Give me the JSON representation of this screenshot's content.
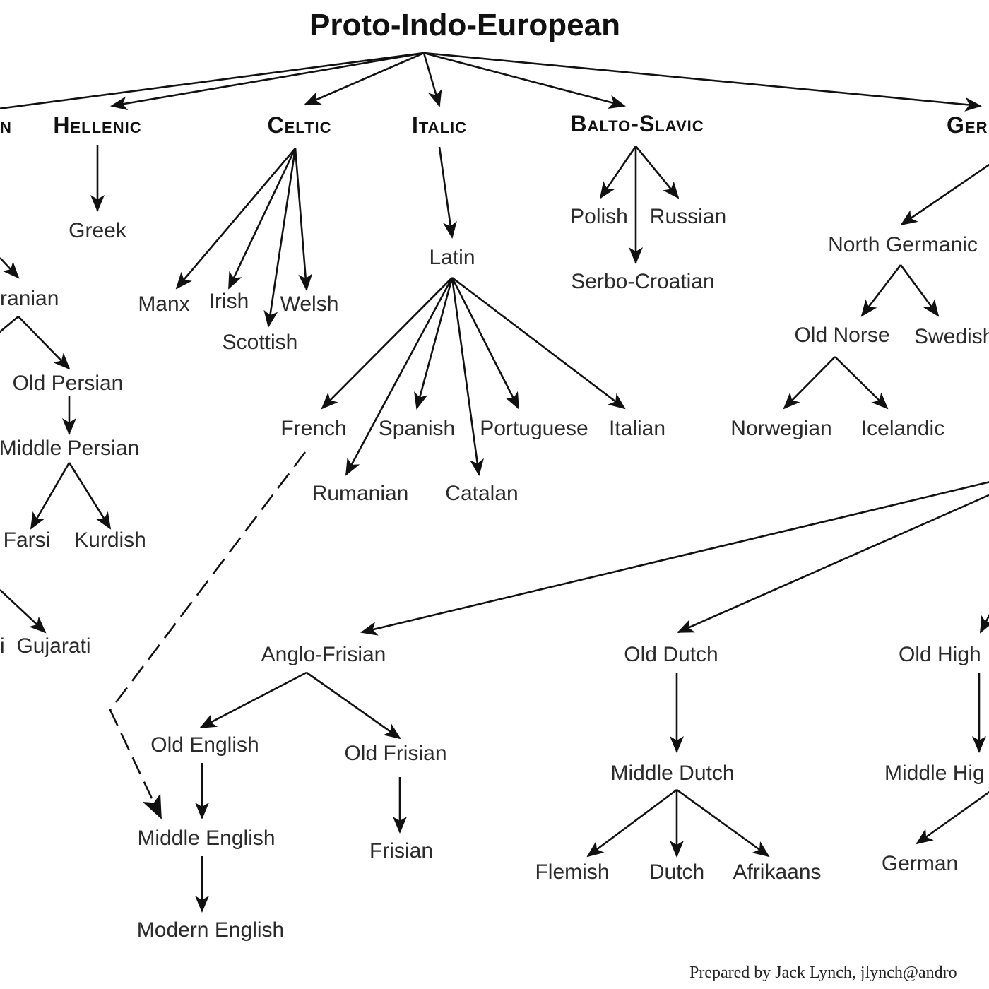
{
  "diagram": {
    "title": "Proto-Indo-European",
    "credit": "Prepared by Jack Lynch, jlynch@andro",
    "branches": {
      "indo_iranian_fragment": "n",
      "hellenic": "Hellenic",
      "celtic": "Celtic",
      "italic": "Italic",
      "balto_slavic": "Balto-Slavic",
      "germanic_fragment": "Ger"
    },
    "languages": {
      "greek": "Greek",
      "iranian": "ranian",
      "old_persian": "Old Persian",
      "middle_persian": "Middle Persian",
      "farsi": "Farsi",
      "kurdish": "Kurdish",
      "indic_fragment": "i",
      "gujarati": "Gujarati",
      "manx": "Manx",
      "irish": "Irish",
      "welsh": "Welsh",
      "scottish": "Scottish",
      "latin": "Latin",
      "french": "French",
      "spanish": "Spanish",
      "portuguese": "Portuguese",
      "italian": "Italian",
      "rumanian": "Rumanian",
      "catalan": "Catalan",
      "polish": "Polish",
      "russian": "Russian",
      "serbo_croatian": "Serbo-Croatian",
      "north_germanic": "North Germanic",
      "old_norse": "Old Norse",
      "swedish": "Swedish",
      "norwegian": "Norwegian",
      "icelandic": "Icelandic",
      "anglo_frisian": "Anglo-Frisian",
      "old_english": "Old English",
      "old_frisian": "Old Frisian",
      "middle_english": "Middle English",
      "frisian": "Frisian",
      "modern_english": "Modern English",
      "old_dutch": "Old Dutch",
      "middle_dutch": "Middle Dutch",
      "flemish": "Flemish",
      "dutch": "Dutch",
      "afrikaans": "Afrikaans",
      "old_high_german": "Old High",
      "middle_high_german": "Middle Hig",
      "german": "German"
    }
  }
}
